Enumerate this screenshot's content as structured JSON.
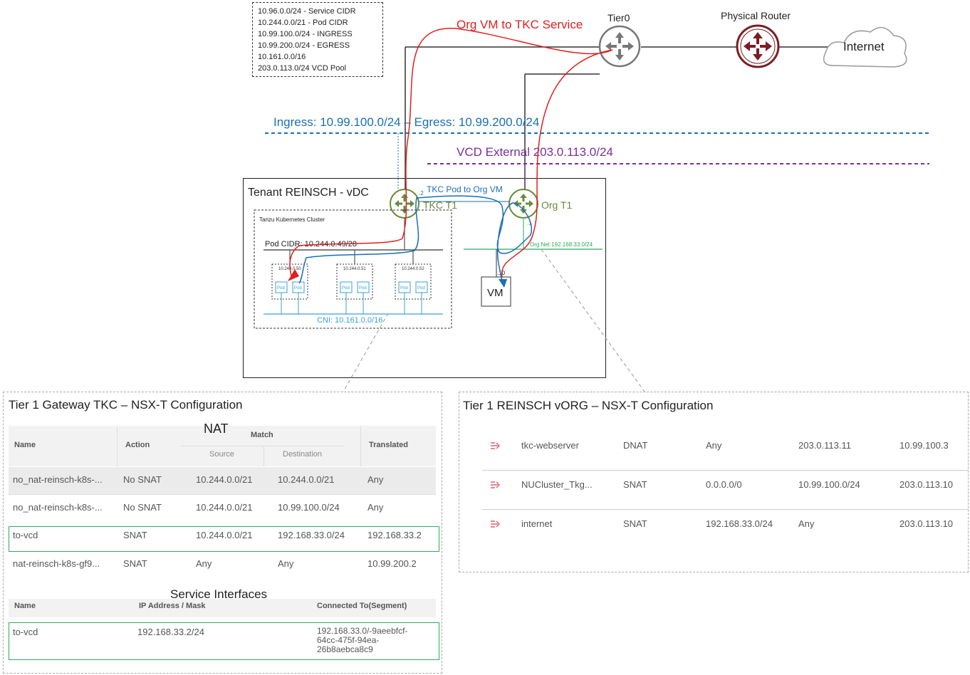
{
  "cidr_legend": [
    "10.96.0.0/24 - Service CIDR",
    "10.244.0.0/21 - Pod CIDR",
    "10.99.100.0/24 - INGRESS",
    "10.99.200.0/24 - EGRESS",
    "10.161.0.0/16",
    "203.0.113.0/24 VCD Pool"
  ],
  "diagram": {
    "org_vm_to_tkc_label": "Org VM to TKC Service",
    "tier0_label": "Tier0",
    "physical_router_label": "Physical Router",
    "internet_label": "Internet",
    "ingress_egress_label": "Ingress: 10.99.100.0/24 – Egress: 10.99.200.0/24",
    "vcd_external_label": "VCD External 203.0.113.0/24",
    "tenant_label": "Tenant REINSCH - vDC",
    "tkc_pod_to_org_label": "TKC Pod to Org VM",
    "tkc_t1_label": "TKC T1",
    "org_t1_label": "Org T1",
    "tkc_cluster_label": "Tanzu Kubernetes Cluster",
    "pod_cidr_label": "Pod CIDR: 10.244.0.49/28",
    "org_net_label": "Org Net 192.168.33.0/24",
    "node_labels": [
      "10.244.0.50",
      "10.244.0.51",
      "10.244.0.52"
    ],
    "pod_label": "Pod",
    "cni_label": "CNI: 10.161.0.0/16",
    "vm_label": "VM",
    "vm_nic_label": ".10",
    "tkc_t1_port_label": ".2",
    "org_t1_port_label": ".1",
    "colors": {
      "red_path": "#e02020",
      "blue_path": "#1a6fb5",
      "purple_line": "#7a2f9a",
      "green_router": "#6a8a3a",
      "router_red": "#7a1e24",
      "org_net_green": "#2eaa5a"
    }
  },
  "left_panel": {
    "title": "Tier 1 Gateway TKC – NSX-T Configuration",
    "nat_heading": "NAT",
    "columns": {
      "name": "Name",
      "action": "Action",
      "match": "Match",
      "source": "Source",
      "destination": "Destination",
      "translated": "Translated"
    },
    "nat_rows": [
      {
        "name": "no_nat-reinsch-k8s-...",
        "action": "No SNAT",
        "source": "10.244.0.0/21",
        "destination": "10.244.0.0/21",
        "translated": "Any"
      },
      {
        "name": "no_nat-reinsch-k8s-...",
        "action": "No SNAT",
        "source": "10.244.0.0/21",
        "destination": "10.99.100.0/24",
        "translated": "Any"
      },
      {
        "name": "to-vcd",
        "action": "SNAT",
        "source": "10.244.0.0/21",
        "destination": "192.168.33.0/24",
        "translated": "192.168.33.2"
      },
      {
        "name": "nat-reinsch-k8s-gf9...",
        "action": "SNAT",
        "source": "Any",
        "destination": "Any",
        "translated": "10.99.200.2"
      }
    ],
    "service_heading": "Service Interfaces",
    "service_columns": {
      "name": "Name",
      "ip": "IP Address / Mask",
      "connected": "Connected To(Segment)"
    },
    "service_rows": [
      {
        "name": "to-vcd",
        "ip": "192.168.33.2/24",
        "connected_1": "192.168.33.0/-9aeebfcf-",
        "connected_2": "64cc-475f-94ea-",
        "connected_3": "26b8aebca8c9"
      }
    ]
  },
  "right_panel": {
    "title": "Tier 1 REINSCH vORG – NSX-T Configuration",
    "rows": [
      {
        "icon": "nat-rule-icon",
        "name": "tkc-webserver",
        "action": "DNAT",
        "source": "Any",
        "destination": "203.0.113.11",
        "translated": "10.99.100.3"
      },
      {
        "icon": "nat-rule-icon",
        "name": "NUCluster_Tkg...",
        "action": "SNAT",
        "source": "0.0.0.0/0",
        "destination": "10.99.100.0/24",
        "translated": "203.0.113.10"
      },
      {
        "icon": "nat-rule-icon",
        "name": "internet",
        "action": "SNAT",
        "source": "192.168.33.0/24",
        "destination": "Any",
        "translated": "203.0.113.10"
      }
    ]
  }
}
